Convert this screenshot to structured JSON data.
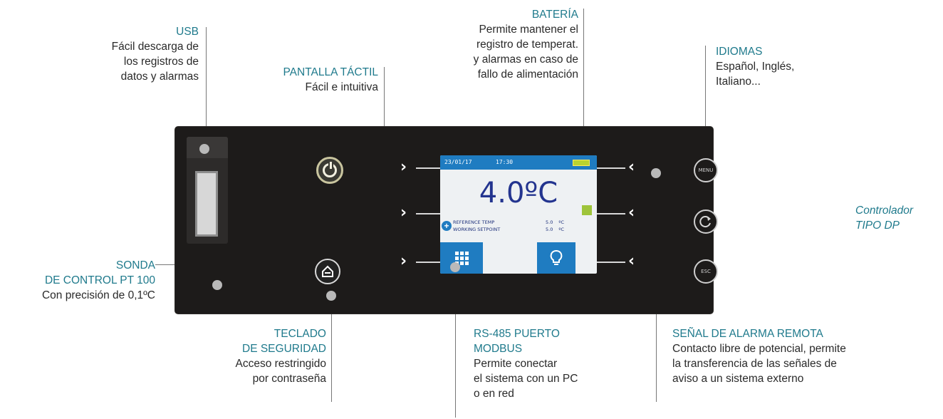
{
  "labels": {
    "usb": {
      "title": "USB",
      "desc": [
        "Fácil descarga de",
        "los registros de",
        "datos y alarmas"
      ]
    },
    "pantalla": {
      "title": "PANTALLA TÁCTIL",
      "desc": [
        "Fácil e intuitiva"
      ]
    },
    "bateria": {
      "title": "BATERÍA",
      "desc": [
        "Permite mantener el",
        "registro de temperat.",
        "y alarmas en caso de",
        "fallo de alimentación"
      ]
    },
    "idiomas": {
      "title": "IDIOMAS",
      "desc": [
        "Español, Inglés,",
        "Italiano..."
      ]
    },
    "controlador": [
      "Controlador",
      "TIPO DP"
    ],
    "sonda": {
      "title": [
        "SONDA",
        "DE CONTROL PT 100"
      ],
      "desc": [
        "Con precisión de 0,1ºC"
      ]
    },
    "teclado": {
      "title": [
        "TECLADO",
        "DE SEGURIDAD"
      ],
      "desc": [
        "Acceso restringido",
        "por contraseña"
      ]
    },
    "rs485": {
      "title": [
        "RS-485 PUERTO",
        "MODBUS"
      ],
      "desc": [
        "Permite conectar",
        "el sistema con un PC",
        "o en red"
      ]
    },
    "alarma": {
      "title": "SEÑAL DE ALARMA REMOTA",
      "desc": [
        "Contacto libre de potencial, permite",
        "la transferencia de las señales de",
        "aviso a un sistema externo"
      ]
    }
  },
  "screen": {
    "date": "23/01/17",
    "time": "17:30",
    "temperature": "4.0ºC",
    "rows": [
      {
        "label": "REFERENCE TEMP",
        "value": "5.0",
        "unit": "ºC"
      },
      {
        "label": "WORKING SETPOINT",
        "value": "5.0",
        "unit": "ºC"
      }
    ]
  },
  "buttons": {
    "menu_label": "MENU",
    "esc_label": "ESC"
  },
  "colors": {
    "accent": "#1f7a8c",
    "screen_blue": "#1f7cc1",
    "panel": "#1d1b1a"
  }
}
